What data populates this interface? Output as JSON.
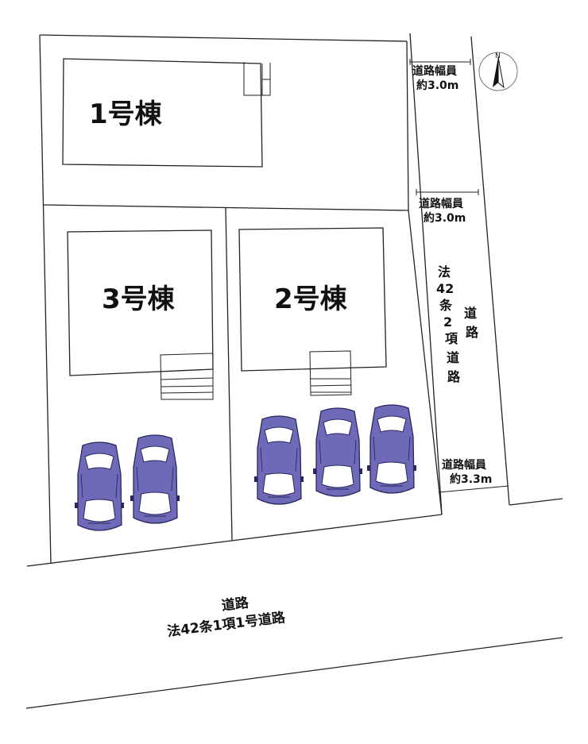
{
  "buildings": [
    {
      "id": "bldg1",
      "label": "1号棟"
    },
    {
      "id": "bldg3",
      "label": "3号棟"
    },
    {
      "id": "bldg2",
      "label": "2号棟"
    }
  ],
  "road_widths": {
    "top": {
      "line1": "道路幅員",
      "line2": "約3.0m"
    },
    "middle": {
      "line1": "道路幅員",
      "line2": "約3.0m"
    },
    "bottom": {
      "line1": "道路幅員",
      "line2": "約3.3m"
    }
  },
  "side_road": {
    "label_col1": [
      "法",
      "42",
      "条",
      "2",
      "項",
      "道",
      "路"
    ],
    "label_col2": [
      "道",
      "路"
    ]
  },
  "front_road": {
    "line1": "道路",
    "line2": "法42条1項1号道路"
  },
  "compass": {
    "label": "N"
  },
  "parking": {
    "car_count": 5
  },
  "colors": {
    "car_body": "#6f6ab8",
    "line": "#222222"
  }
}
